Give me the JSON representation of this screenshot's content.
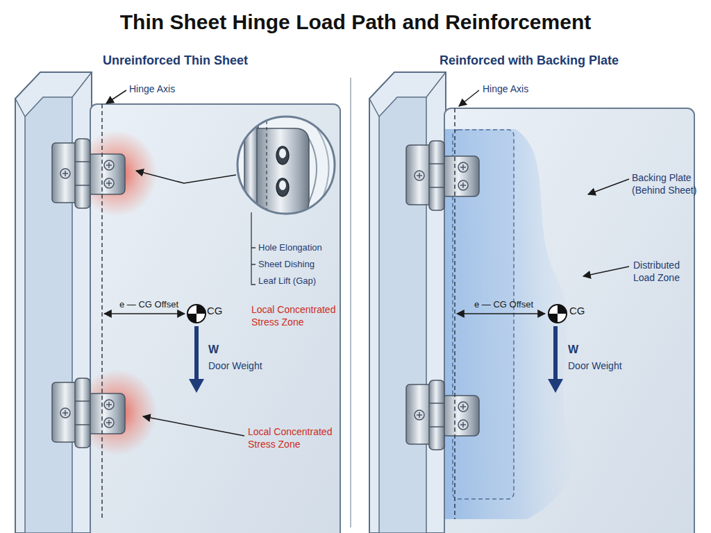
{
  "diagram": {
    "title": "Thin Sheet Hinge Load Path and Reinforcement",
    "labels": [
      "Unreinforced Thin Sheet",
      "Reinforced with Backing Plate",
      "Hinge Axis",
      "Hole Elongation",
      "Sheet Dishing",
      "Leaf Lift (Gap)",
      "e — CG Offset",
      "CG",
      "Local Concentrated Stress Zone",
      "W",
      "Door Weight",
      "Local Concentrated Stress Zone",
      "Hinge Axis",
      "Backing Plate (Behind Sheet)",
      "Distributed Load Zone",
      "e — CG Offset",
      "CG",
      "W",
      "Door Weight"
    ]
  }
}
